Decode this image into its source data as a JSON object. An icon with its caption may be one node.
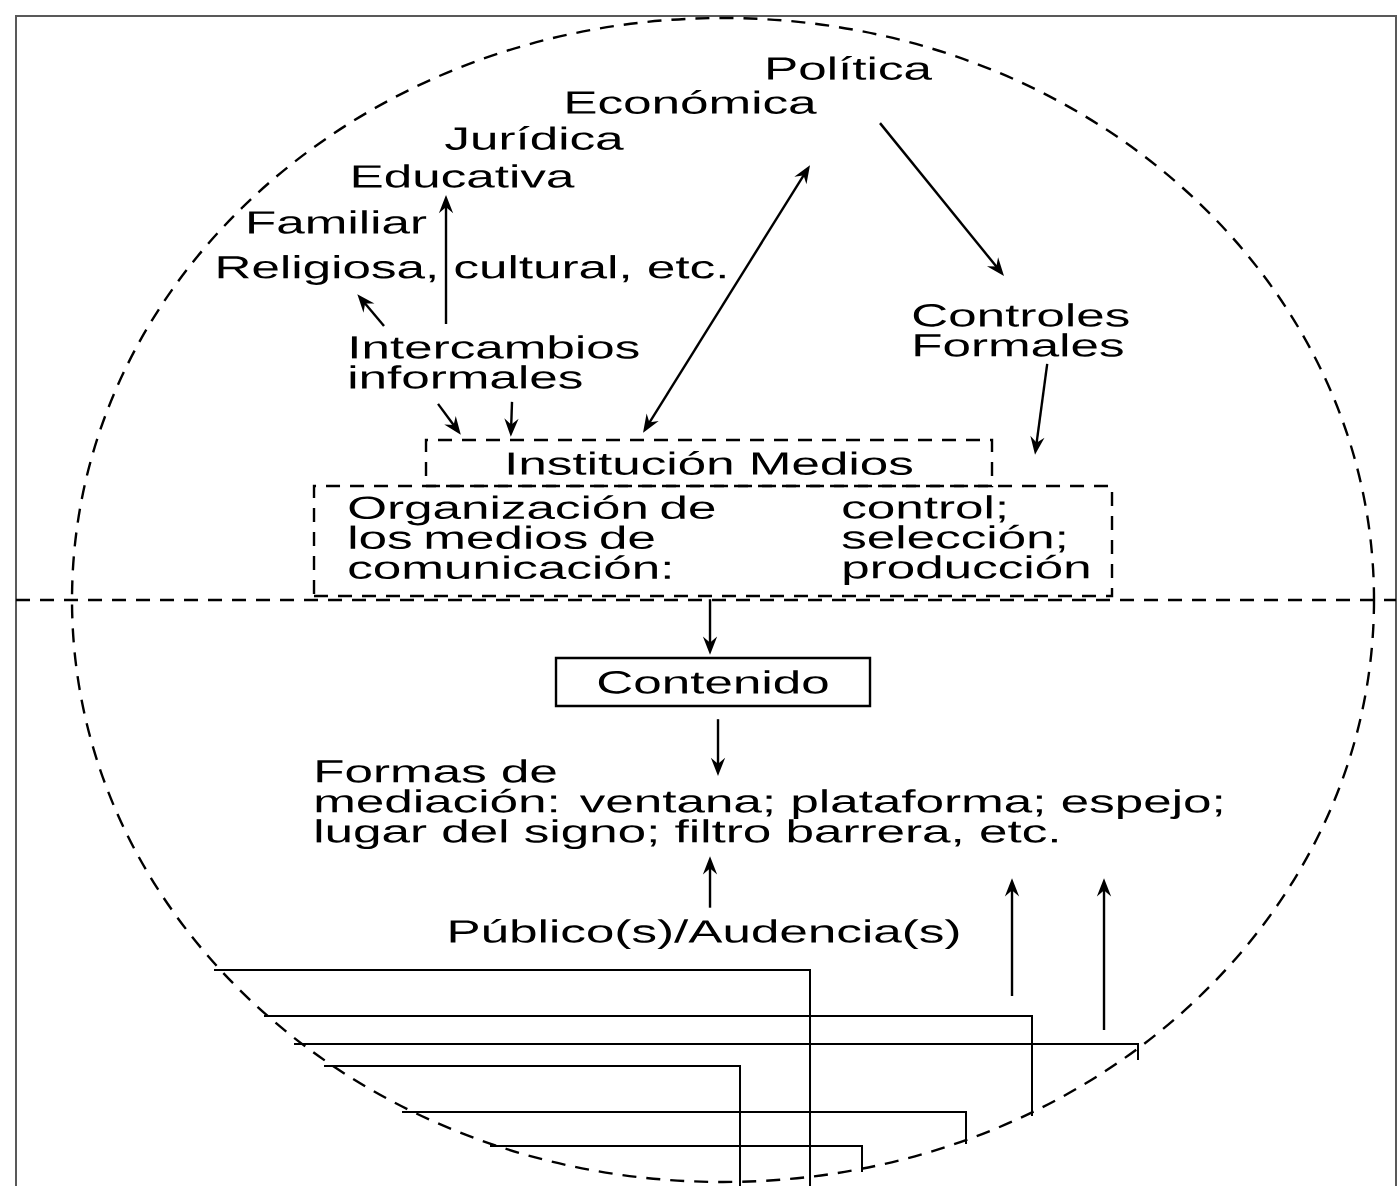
{
  "diagram": {
    "nodes": [
      {
        "text": [
          "Política"
        ]
      },
      {
        "text": [
          "Económica"
        ]
      },
      {
        "text": [
          "Jurídica"
        ]
      },
      {
        "text": [
          "Educativa"
        ]
      },
      {
        "text": [
          "Familiar"
        ]
      },
      {
        "text": [
          "Religiosa, cultural, etc."
        ]
      },
      {
        "text": [
          "Intercambios informales"
        ]
      },
      {
        "text": [
          "Controles Formales"
        ]
      },
      {
        "text": [
          "Institución Medios"
        ]
      },
      {
        "text": [
          "Organización de los medios de comunicación:",
          "control; selección; producción"
        ]
      },
      {
        "text": [
          "Contenido"
        ]
      },
      {
        "text": [
          "Formas de mediación: ventana; plataforma; espejo; lugar del signo; filtro barrera, etc."
        ]
      },
      {
        "text": [
          "Público(s)/Audencia(s)"
        ]
      }
    ],
    "edges": [
      {
        "from": 6,
        "to": 5,
        "arrow": "to"
      },
      {
        "from": 6,
        "to": 3,
        "arrow": "to"
      },
      {
        "from": 8,
        "to": 1,
        "arrow": "both"
      },
      {
        "from": 6,
        "to": 8,
        "arrow": "to"
      },
      {
        "from": 6,
        "to": 8,
        "arrow": "to"
      },
      {
        "from": 0,
        "to": 7,
        "arrow": "to"
      },
      {
        "from": 7,
        "to": 9,
        "arrow": "to"
      },
      {
        "from": 9,
        "to": 10,
        "arrow": "to"
      },
      {
        "from": 10,
        "to": 11,
        "arrow": "to"
      },
      {
        "from": 12,
        "to": 11,
        "arrow": "to"
      },
      {
        "from": null,
        "to": 11,
        "arrow": "to"
      },
      {
        "from": null,
        "to": 11,
        "arrow": "to"
      }
    ]
  }
}
